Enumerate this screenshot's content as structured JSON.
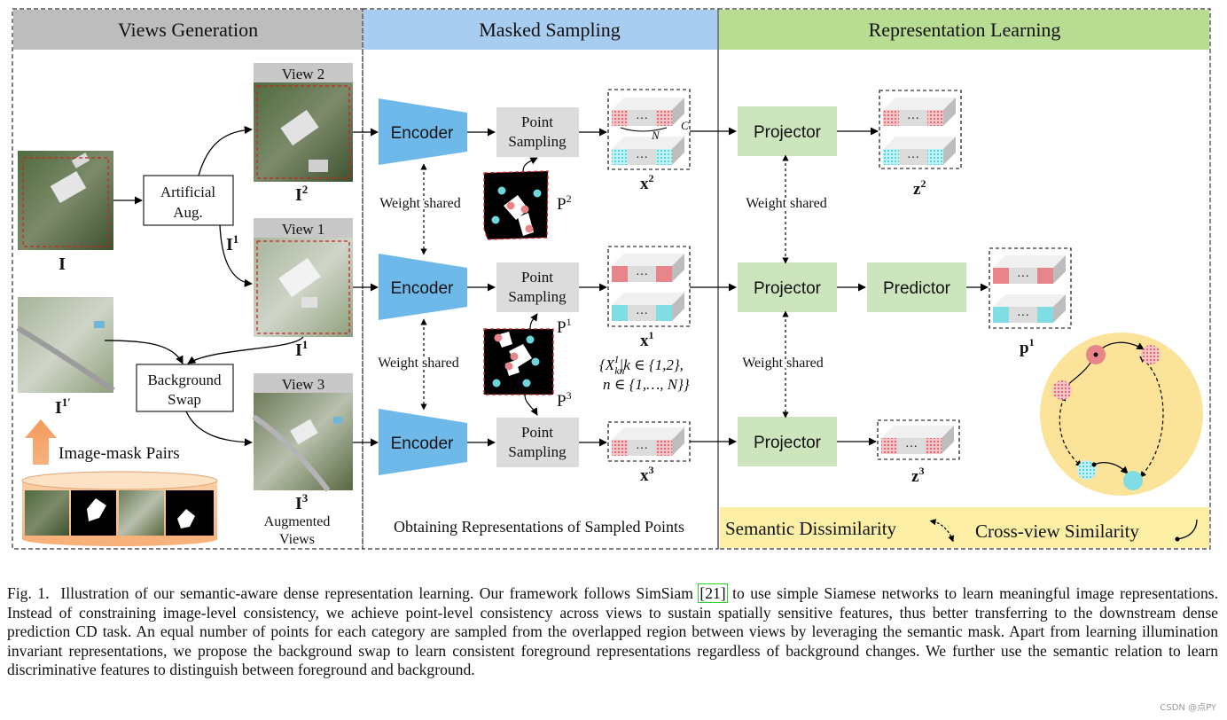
{
  "sections": {
    "views": "Views Generation",
    "masked": "Masked Sampling",
    "repr": "Representation Learning"
  },
  "colors": {
    "views_header": "#bdbdbd",
    "masked_header": "#a9cdf1",
    "repr_header": "#b7dc92",
    "encoder": "#6eb8ea",
    "projector": "#cde5bd",
    "legend_bg": "#fdf0a6",
    "circle_bg": "#fbe39a",
    "pink": "#e8858a",
    "cyan": "#7fdde3"
  },
  "views": {
    "image_label": "I",
    "image_bg_label": "I",
    "image_bg_sup": "1′",
    "artificial_aug": [
      "Artificial",
      "Aug."
    ],
    "background_swap": [
      "Background",
      "Swap"
    ],
    "view2_title": "View 2",
    "view1_title": "View 1",
    "view3_title": "View 3",
    "i2_label": "I",
    "i2_sup": "2",
    "i1_side_label": "I",
    "i1_side_sup": "1",
    "i1_label": "I",
    "i1_sup": "1",
    "i3_label": "I",
    "i3_sup": "3",
    "augmented_views": [
      "Augmented",
      "Views"
    ],
    "image_mask_pairs": "Image-mask Pairs"
  },
  "masked": {
    "encoder": "Encoder",
    "point_sampling": [
      "Point",
      "Sampling"
    ],
    "weight_shared": "Weight shared",
    "p2": "P",
    "p2_sup": "2",
    "p1": "P",
    "p1_sup": "1",
    "p3": "P",
    "p3_sup": "3",
    "x2": "x",
    "x2_sup": "2",
    "x1": "x",
    "x1_sup": "1",
    "x3": "x",
    "x3_sup": "3",
    "n_label": "N",
    "c_label": "C",
    "dots": "···",
    "set_line1": "{X",
    "set_sub": "kn",
    "set_sup": "1",
    "set_line1_rest": "|k ∈ {1,2},",
    "set_line2": "n ∈ {1,…, N}}",
    "footer": "Obtaining Representations of Sampled Points"
  },
  "repr": {
    "projector": "Projector",
    "predictor": "Predictor",
    "weight_shared": "Weight shared",
    "z2": "z",
    "z2_sup": "2",
    "p1": "p",
    "p1_sup": "1",
    "z3": "z",
    "z3_sup": "3",
    "legend_dissimilarity": "Semantic Dissimilarity",
    "legend_similarity": "Cross-view Similarity"
  },
  "caption": {
    "fig": "Fig. 1.",
    "text_before_cite": "Illustration of our semantic-aware dense representation learning. Our framework follows SimSiam ",
    "cite": "[21]",
    "text_after_cite": " to use simple Siamese networks to learn meaningful image representations. Instead of constraining image-level consistency, we achieve point-level consistency across views to sustain spatially sensitive features, thus better transferring to the downstream dense prediction CD task. An equal number of points for each category are sampled from the overlapped region between views by leveraging the semantic mask. Apart from learning illumination invariant representations, we propose the background swap to learn consistent foreground representations regardless of background changes. We further use the semantic relation to learn discriminative features to distinguish between foreground and background."
  },
  "watermark": "CSDN @点PY"
}
